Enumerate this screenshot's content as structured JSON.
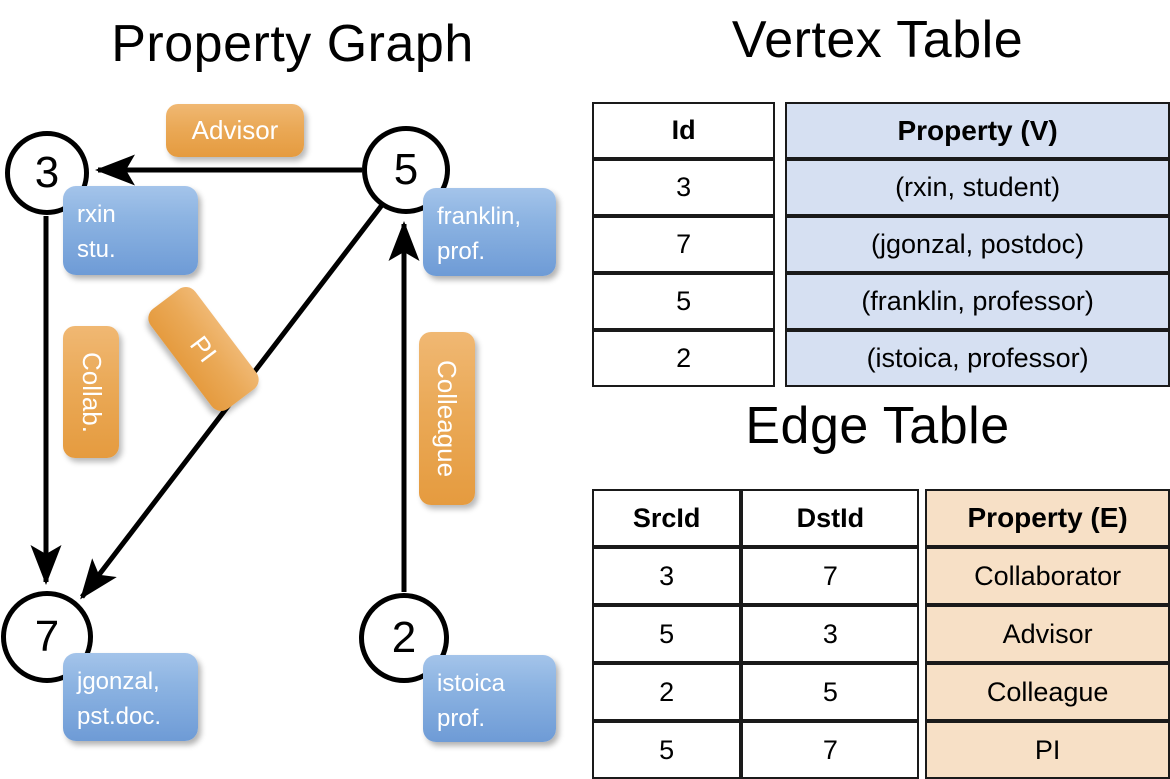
{
  "titles": {
    "property_graph": "Property Graph",
    "vertex_table": "Vertex Table",
    "edge_table": "Edge Table"
  },
  "colors": {
    "vertex_box_fill": "#8db4e2",
    "edge_box_fill": "#eaa957",
    "vertex_table_highlight": "#d6e0f2",
    "edge_table_highlight": "#f7e0c6",
    "stroke": "#000000",
    "background": "#ffffff"
  },
  "graph": {
    "nodes": [
      {
        "id": "3",
        "label": "3",
        "property_line1": "rxin",
        "property_line2": "stu."
      },
      {
        "id": "5",
        "label": "5",
        "property_line1": "franklin,",
        "property_line2": "prof."
      },
      {
        "id": "7",
        "label": "7",
        "property_line1": "jgonzal,",
        "property_line2": "pst.doc."
      },
      {
        "id": "2",
        "label": "2",
        "property_line1": "istoica",
        "property_line2": "prof."
      }
    ],
    "edge_labels": [
      {
        "key": "advisor",
        "text": "Advisor",
        "src": "5",
        "dst": "3"
      },
      {
        "key": "collab",
        "text": "Collab.",
        "src": "3",
        "dst": "7"
      },
      {
        "key": "pi",
        "text": "PI",
        "src": "5",
        "dst": "7"
      },
      {
        "key": "colleague",
        "text": "Colleague",
        "src": "2",
        "dst": "5"
      }
    ]
  },
  "vertex_table": {
    "headers": [
      "Id",
      "Property (V)"
    ],
    "rows": [
      {
        "id": "3",
        "property": "(rxin, student)"
      },
      {
        "id": "7",
        "property": "(jgonzal, postdoc)"
      },
      {
        "id": "5",
        "property": "(franklin, professor)"
      },
      {
        "id": "2",
        "property": "(istoica, professor)"
      }
    ]
  },
  "edge_table": {
    "headers": [
      "SrcId",
      "DstId",
      "Property (E)"
    ],
    "rows": [
      {
        "src": "3",
        "dst": "7",
        "property": "Collaborator"
      },
      {
        "src": "5",
        "dst": "3",
        "property": "Advisor"
      },
      {
        "src": "2",
        "dst": "5",
        "property": "Colleague"
      },
      {
        "src": "5",
        "dst": "7",
        "property": "PI"
      }
    ]
  }
}
